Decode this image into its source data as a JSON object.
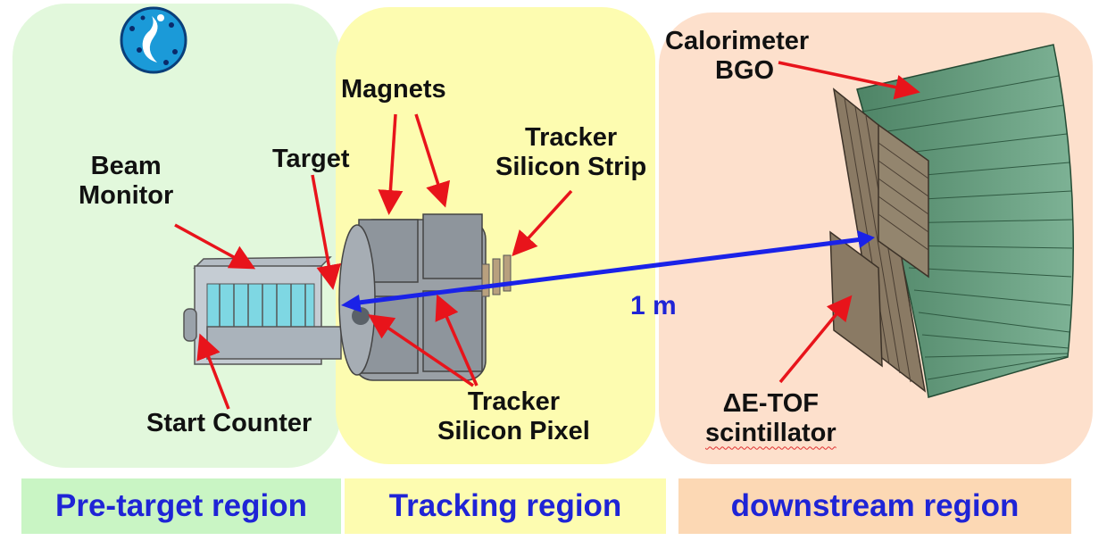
{
  "regions": {
    "pre_target": "Pre-target region",
    "tracking": "Tracking region",
    "downstream": "downstream region"
  },
  "labels": {
    "calorimeter_line1": "Calorimeter",
    "calorimeter_line2": "BGO",
    "magnets": "Magnets",
    "tracker_strip_line1": "Tracker",
    "tracker_strip_line2": "Silicon Strip",
    "beam_monitor_line1": "Beam",
    "beam_monitor_line2": "Monitor",
    "target": "Target",
    "start_counter": "Start Counter",
    "tracker_pixel_line1": "Tracker",
    "tracker_pixel_line2": "Silicon Pixel",
    "tof_line1": "ΔE-TOF",
    "tof_line2": "scintillator"
  },
  "distance": "1 m",
  "colors": {
    "pre_region": "#e2f8dc",
    "tracking_region": "#fdfcb0",
    "downstream_region": "#fde0cc",
    "region_text": "#1f24d6",
    "arrow": "#e8141b",
    "distance_arrow": "#1a22e8",
    "calorimeter": "#5d9273"
  },
  "icons": [
    "logo-icon"
  ]
}
